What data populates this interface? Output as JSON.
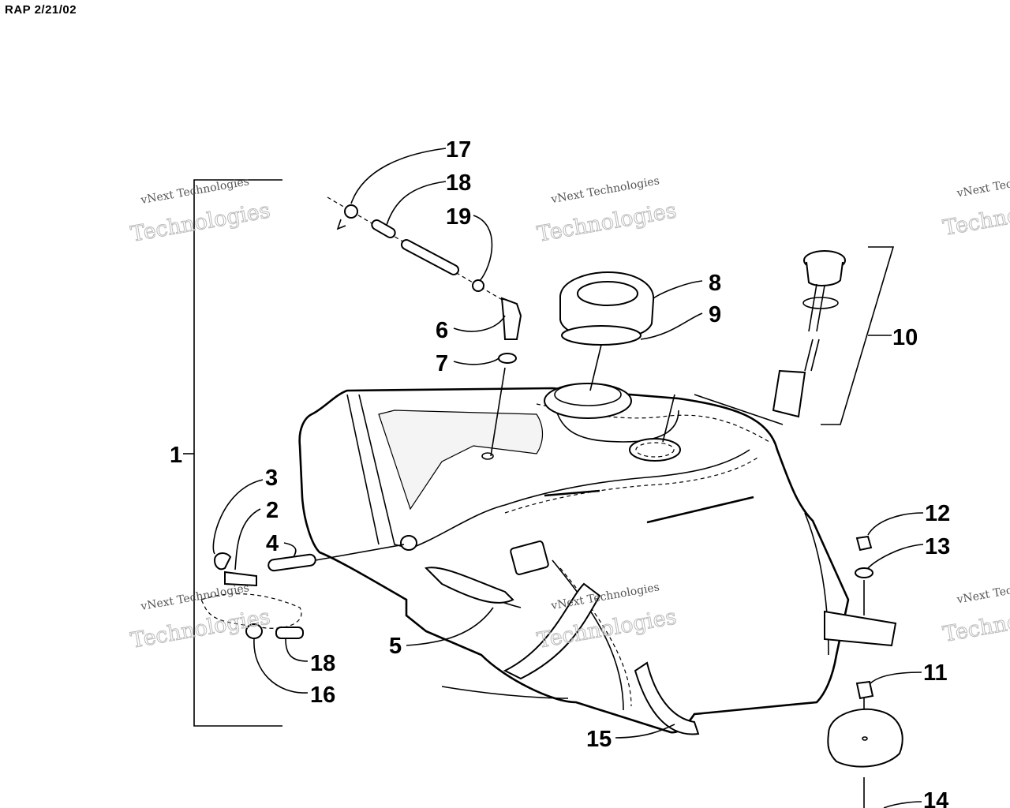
{
  "header": {
    "doc_ref": "RAP 2/21/02"
  },
  "watermark": {
    "line1": "vNext Technologies",
    "line2": "Technologies"
  },
  "callouts": {
    "c1": "1",
    "c2": "2",
    "c3": "3",
    "c4": "4",
    "c5": "5",
    "c6": "6",
    "c7": "7",
    "c8": "8",
    "c9": "9",
    "c10": "10",
    "c11": "11",
    "c12": "12",
    "c13": "13",
    "c14": "14",
    "c15": "15",
    "c16": "16",
    "c17": "17",
    "c18a": "18",
    "c18b": "18",
    "c19": "19"
  },
  "colors": {
    "ink": "#000000",
    "paper": "#ffffff",
    "watermark": "#bbbbbb"
  }
}
